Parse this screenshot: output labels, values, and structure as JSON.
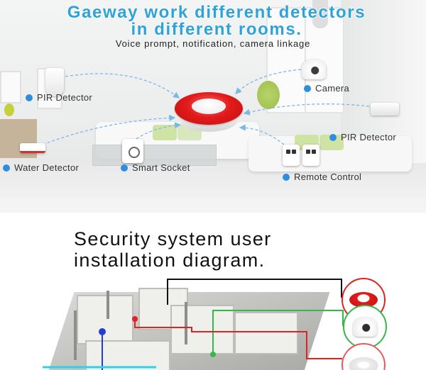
{
  "header": {
    "title_line1": "Gaeway work different detectors",
    "title_line2": "in different rooms.",
    "subtitle": "Voice prompt, notification, camera linkage"
  },
  "labels": {
    "pir_left": "PIR Detector",
    "camera": "Camera",
    "pir_right": "PIR Detector",
    "water": "Water Detector",
    "socket": "Smart Socket",
    "remote": "Remote Control"
  },
  "diagram": {
    "title_line1": "Security system user",
    "title_line2": "installation diagram."
  },
  "colors": {
    "title_blue": "#2fa3d8",
    "label_dot_blue": "#2f8de0",
    "siren_red": "#e21b1b",
    "wire_black": "#111111",
    "wire_green": "#35b84a",
    "wire_red": "#e02222",
    "wire_blue": "#1f3fd0",
    "wire_cyan": "#32d0e6"
  },
  "icons": [
    "siren-hub-icon",
    "pir-detector-icon",
    "camera-icon",
    "water-detector-icon",
    "smart-socket-icon",
    "remote-control-icon",
    "smoke-detector-icon"
  ]
}
